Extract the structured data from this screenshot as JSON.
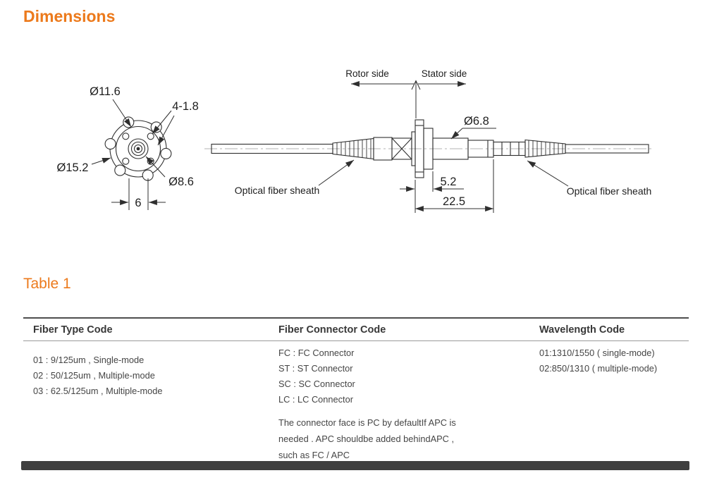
{
  "page": {
    "section_title": "Dimensions",
    "table_title": "Table 1"
  },
  "drawing": {
    "labels": {
      "rotor_side": "Rotor side",
      "stator_side": "Stator side",
      "sheath_left": "Optical fiber sheath",
      "sheath_right": "Optical fiber sheath"
    },
    "dims": {
      "flange_hole_circle": "Ø11.6",
      "mount_holes": "4-1.8",
      "flange_od": "Ø15.2",
      "ferrule_od": "Ø8.6",
      "key_width": "6",
      "body_od": "Ø6.8",
      "flange_width": "5.2",
      "body_length": "22.5"
    }
  },
  "table": {
    "fiber_type": {
      "header": "Fiber Type Code",
      "rows": [
        "01 : 9/125um , Single-mode",
        "02 : 50/125um , Multiple-mode",
        "03 : 62.5/125um , Multiple-mode"
      ]
    },
    "connector": {
      "header": "Fiber Connector Code",
      "rows": [
        "FC : FC Connector",
        "ST : ST Connector",
        "SC : SC Connector",
        "LC : LC Connector"
      ],
      "note_lines": [
        "The connector face is PC by defaultIf APC is",
        "needed . APC shouldbe added behindAPC ,",
        "such as FC / APC"
      ]
    },
    "wavelength": {
      "header": "Wavelength Code",
      "rows": [
        "01:1310/1550 ( single-mode)",
        "02:850/1310 ( multiple-mode)"
      ]
    }
  },
  "colors": {
    "accent_orange": "#EC7A1C",
    "line_dark": "#2f2f2f",
    "footer_bar": "#3f3f3f"
  }
}
